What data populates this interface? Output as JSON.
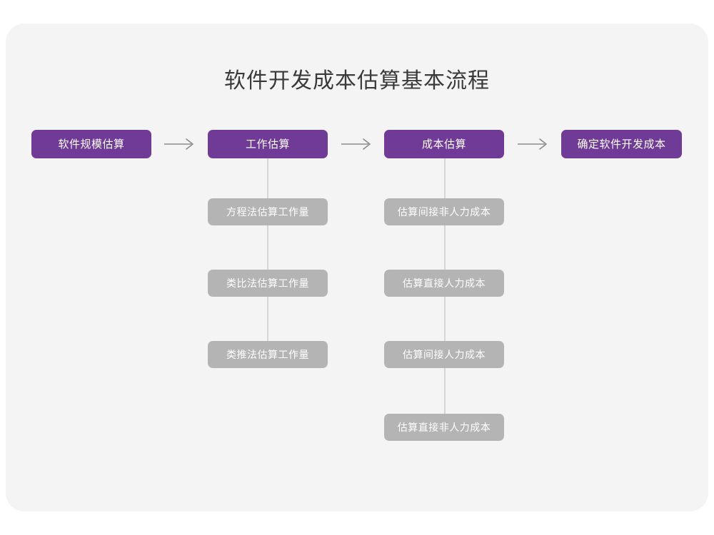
{
  "diagram": {
    "title": "软件开发成本估算基本流程",
    "colors": {
      "canvas": "#ffffff",
      "card": "#f4f4f4",
      "primary_node": "#6f3b96",
      "secondary_node": "#b4b4b4",
      "node_text": "#ffffff",
      "title_text": "#3a3a3a",
      "connector": "#d6d6d6",
      "arrow": "#8c8c8c"
    },
    "stages": [
      {
        "id": "stage-1",
        "label": "软件规模估算",
        "substeps": []
      },
      {
        "id": "stage-2",
        "label": "工作估算",
        "substeps": [
          {
            "id": "stage-2-sub-1",
            "label": "方程法估算工作量"
          },
          {
            "id": "stage-2-sub-2",
            "label": "类比法估算工作量"
          },
          {
            "id": "stage-2-sub-3",
            "label": "类推法估算工作量"
          }
        ]
      },
      {
        "id": "stage-3",
        "label": "成本估算",
        "substeps": [
          {
            "id": "stage-3-sub-1",
            "label": "估算间接非人力成本"
          },
          {
            "id": "stage-3-sub-2",
            "label": "估算直接人力成本"
          },
          {
            "id": "stage-3-sub-3",
            "label": "估算间接人力成本"
          },
          {
            "id": "stage-3-sub-4",
            "label": "估算直接非人力成本"
          }
        ]
      },
      {
        "id": "stage-4",
        "label": "确定软件开发成本",
        "substeps": []
      }
    ],
    "connectors": [
      {
        "id": "arrow-1",
        "from": "stage-1",
        "to": "stage-2",
        "glyph": "→"
      },
      {
        "id": "arrow-2",
        "from": "stage-2",
        "to": "stage-3",
        "glyph": "→"
      },
      {
        "id": "arrow-3",
        "from": "stage-3",
        "to": "stage-4",
        "glyph": "→"
      }
    ]
  }
}
